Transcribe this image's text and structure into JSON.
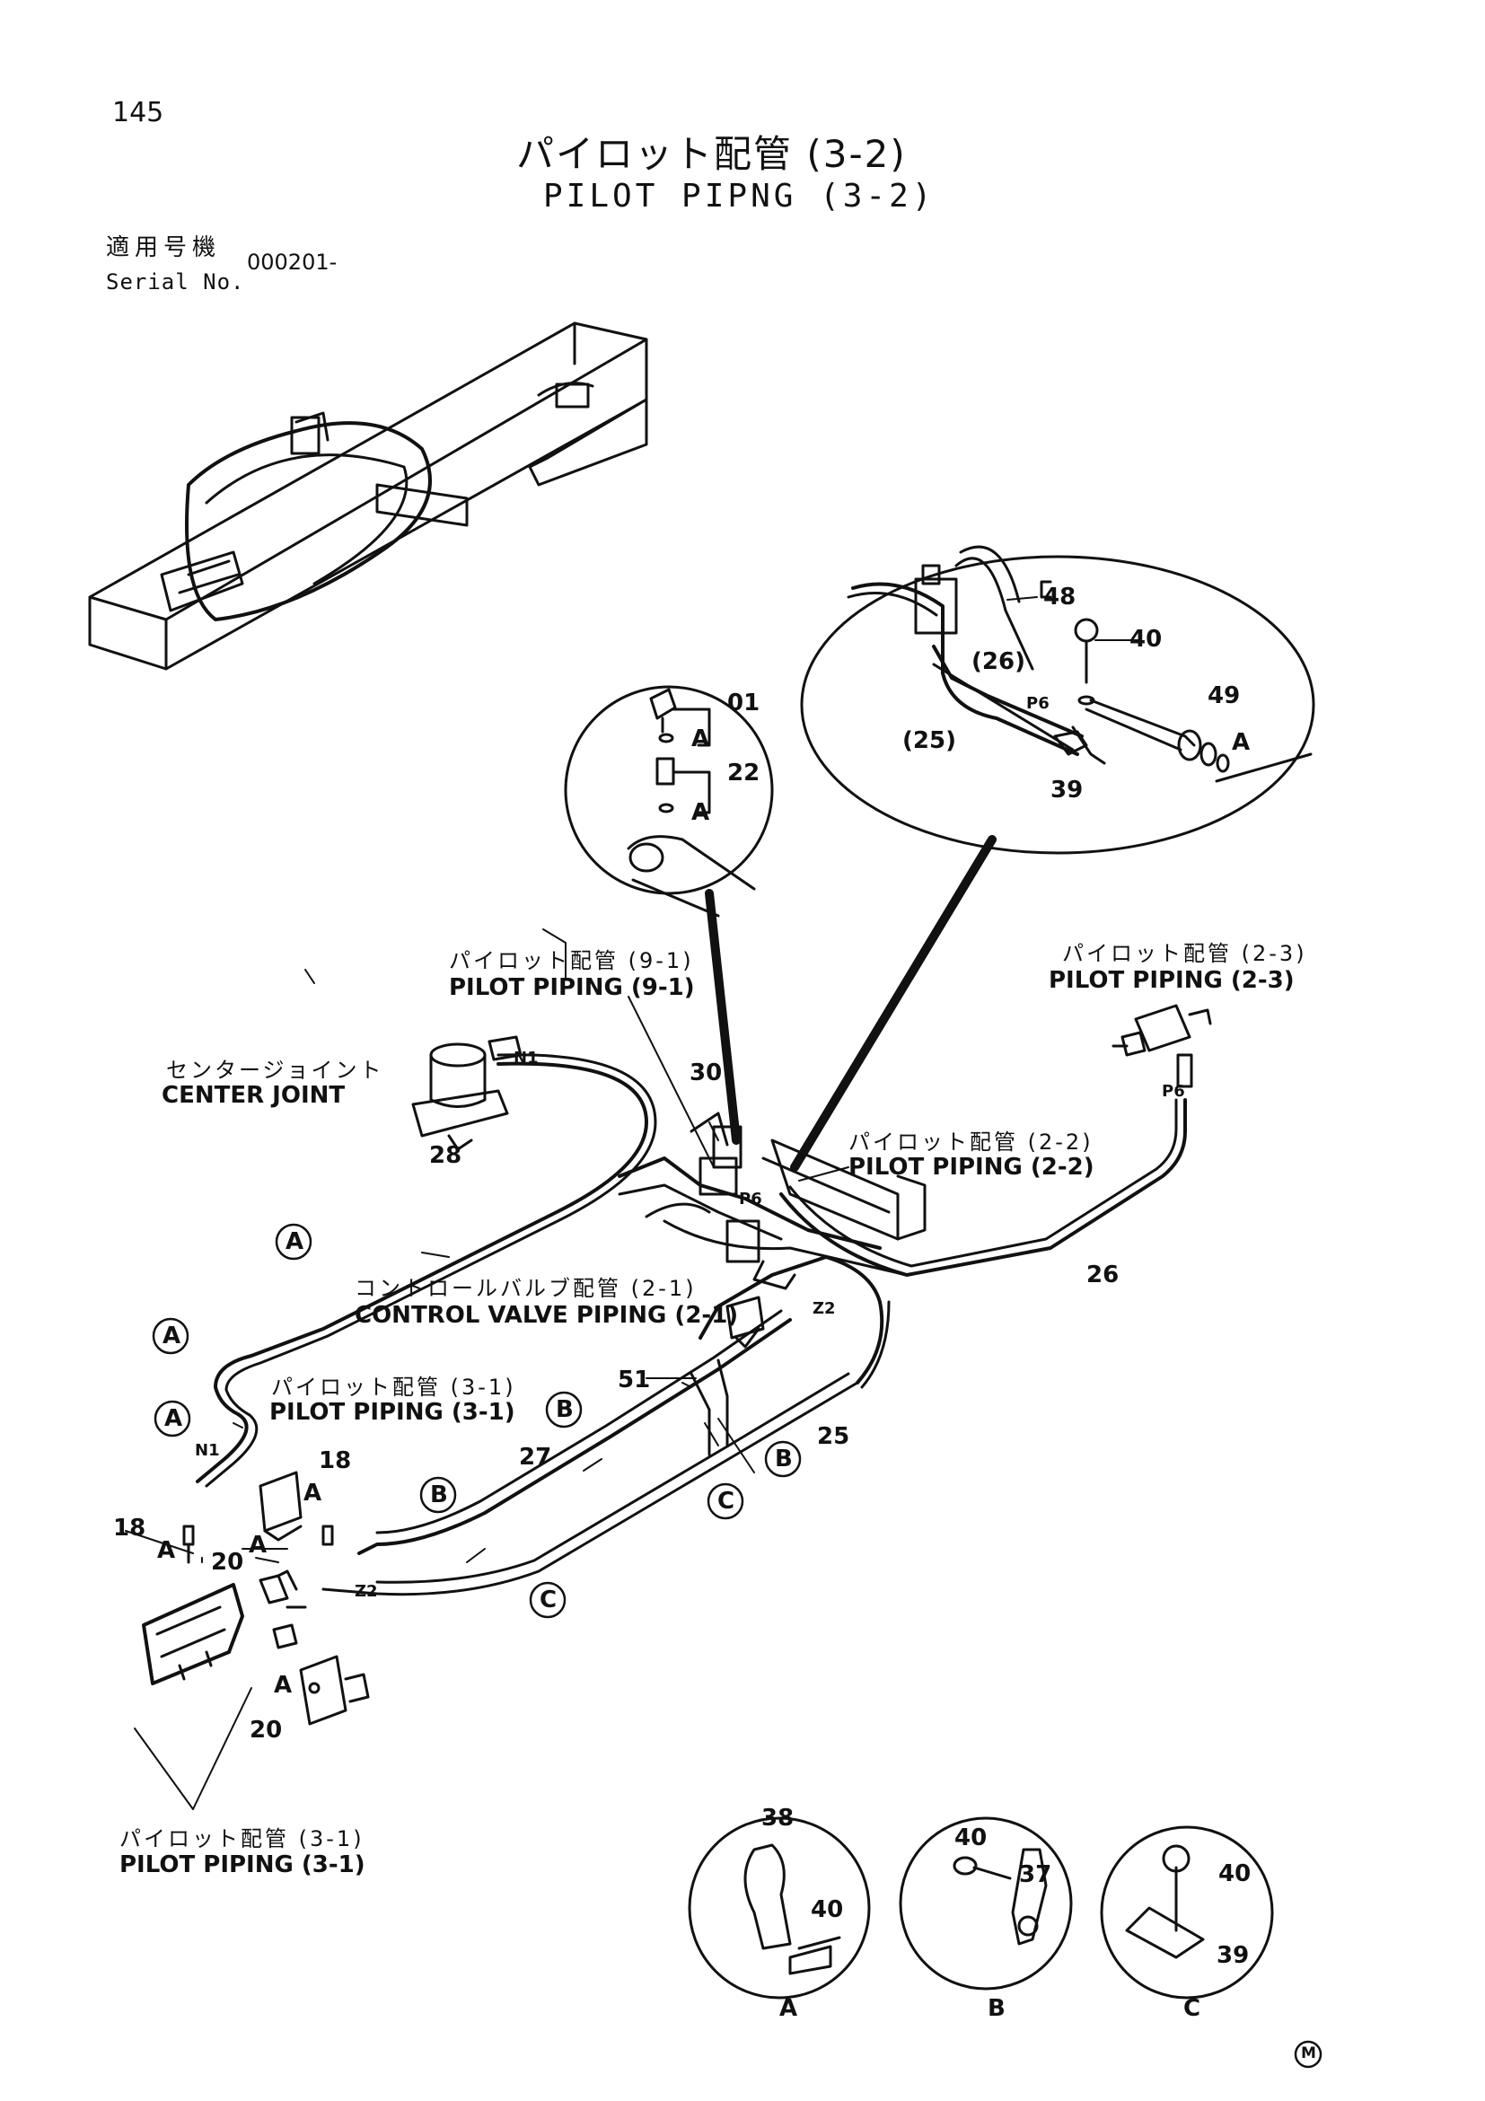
{
  "header": {
    "page_number": "145",
    "title_jp": "パイロット配管 (3-2)",
    "title_en": "PILOT PIPNG (3-2)",
    "serial_label_jp": "適用号機",
    "serial_label_en": "Serial No.",
    "serial_value": "000201-"
  },
  "callouts": {
    "pilot_9_1_jp": "パイロット配管 (9-1)",
    "pilot_9_1_en": "PILOT PIPING (9-1)",
    "pilot_2_3_jp": "パイロット配管 (2-3)",
    "pilot_2_3_en": "PILOT PIPING (2-3)",
    "pilot_2_2_jp": "パイロット配管 (2-2)",
    "pilot_2_2_en": "PILOT PIPING (2-2)",
    "center_joint_jp": "センタージョイント",
    "center_joint_en": "CENTER JOINT",
    "cv_2_1_jp": "コントロールバルブ配管 (2-1)",
    "cv_2_1_en": "CONTROL VALVE PIPING (2-1)",
    "pilot_3_1a_jp": "パイロット配管 (3-1)",
    "pilot_3_1a_en": "PILOT PIPING (3-1)",
    "pilot_3_1b_jp": "パイロット配管 (3-1)",
    "pilot_3_1b_en": "PILOT PIPING (3-1)"
  },
  "part_numbers": {
    "p01": "01",
    "p22": "22",
    "p48": "48",
    "p40a": "40",
    "p26a": "(26)",
    "p49": "49",
    "p25a": "(25)",
    "p39a": "39",
    "p30": "30",
    "p28": "28",
    "p26": "26",
    "p51": "51",
    "p27": "27",
    "p25": "25",
    "p18a": "18",
    "p18b": "18",
    "p20a": "20",
    "p20b": "20",
    "p38": "38",
    "p40b": "40",
    "p40c": "40",
    "p37": "37",
    "p40d": "40",
    "p39b": "39"
  },
  "port_labels": {
    "n1a": "N1",
    "n1b": "N1",
    "p6a": "P6",
    "p6b": "P6",
    "p6c": "P6",
    "z2a": "Z2",
    "z2b": "Z2"
  },
  "letters": {
    "a_inset1": "A",
    "a_inset2": "A",
    "a_inset3": "A",
    "a_circ1": "A",
    "a_circ2": "A",
    "a_circ3": "A",
    "b_circ1": "B",
    "b_circ2": "B",
    "b_circ3": "B",
    "c_circ1": "C",
    "c_circ2": "C",
    "a_18": "A",
    "a_20": "A",
    "a_18b": "A",
    "a_20b": "A",
    "detail_a": "A",
    "detail_b": "B",
    "detail_c": "C"
  },
  "footer": {
    "mark": "M"
  }
}
